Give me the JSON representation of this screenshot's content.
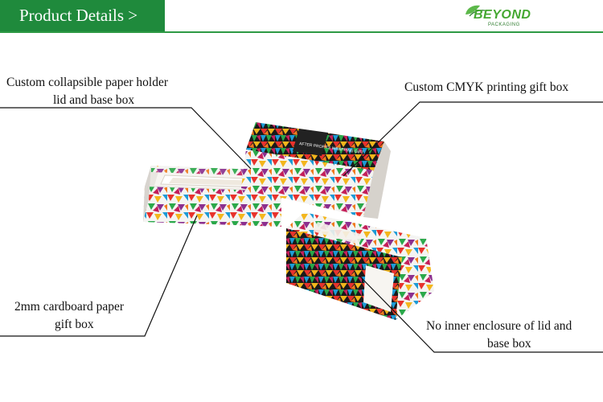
{
  "header": {
    "title": "Product Details >",
    "accent": "#1f8a3c"
  },
  "logo": {
    "name": "BEYOND",
    "sub": "PACKAGING",
    "icon": "leaf-icon"
  },
  "callouts": {
    "holder": {
      "line1": "Custom collapsible paper holder",
      "line2": "lid and base box"
    },
    "cmyk": {
      "line1": "Custom CMYK printing gift box"
    },
    "cardboard": {
      "line1": "2mm cardboard paper",
      "line2": "gift box"
    },
    "enclosure": {
      "line1": "No inner enclosure of lid and",
      "line2": "base box"
    }
  },
  "box_print": {
    "lid_text": "AFTER PROFITS WRAPPING GIFT"
  }
}
